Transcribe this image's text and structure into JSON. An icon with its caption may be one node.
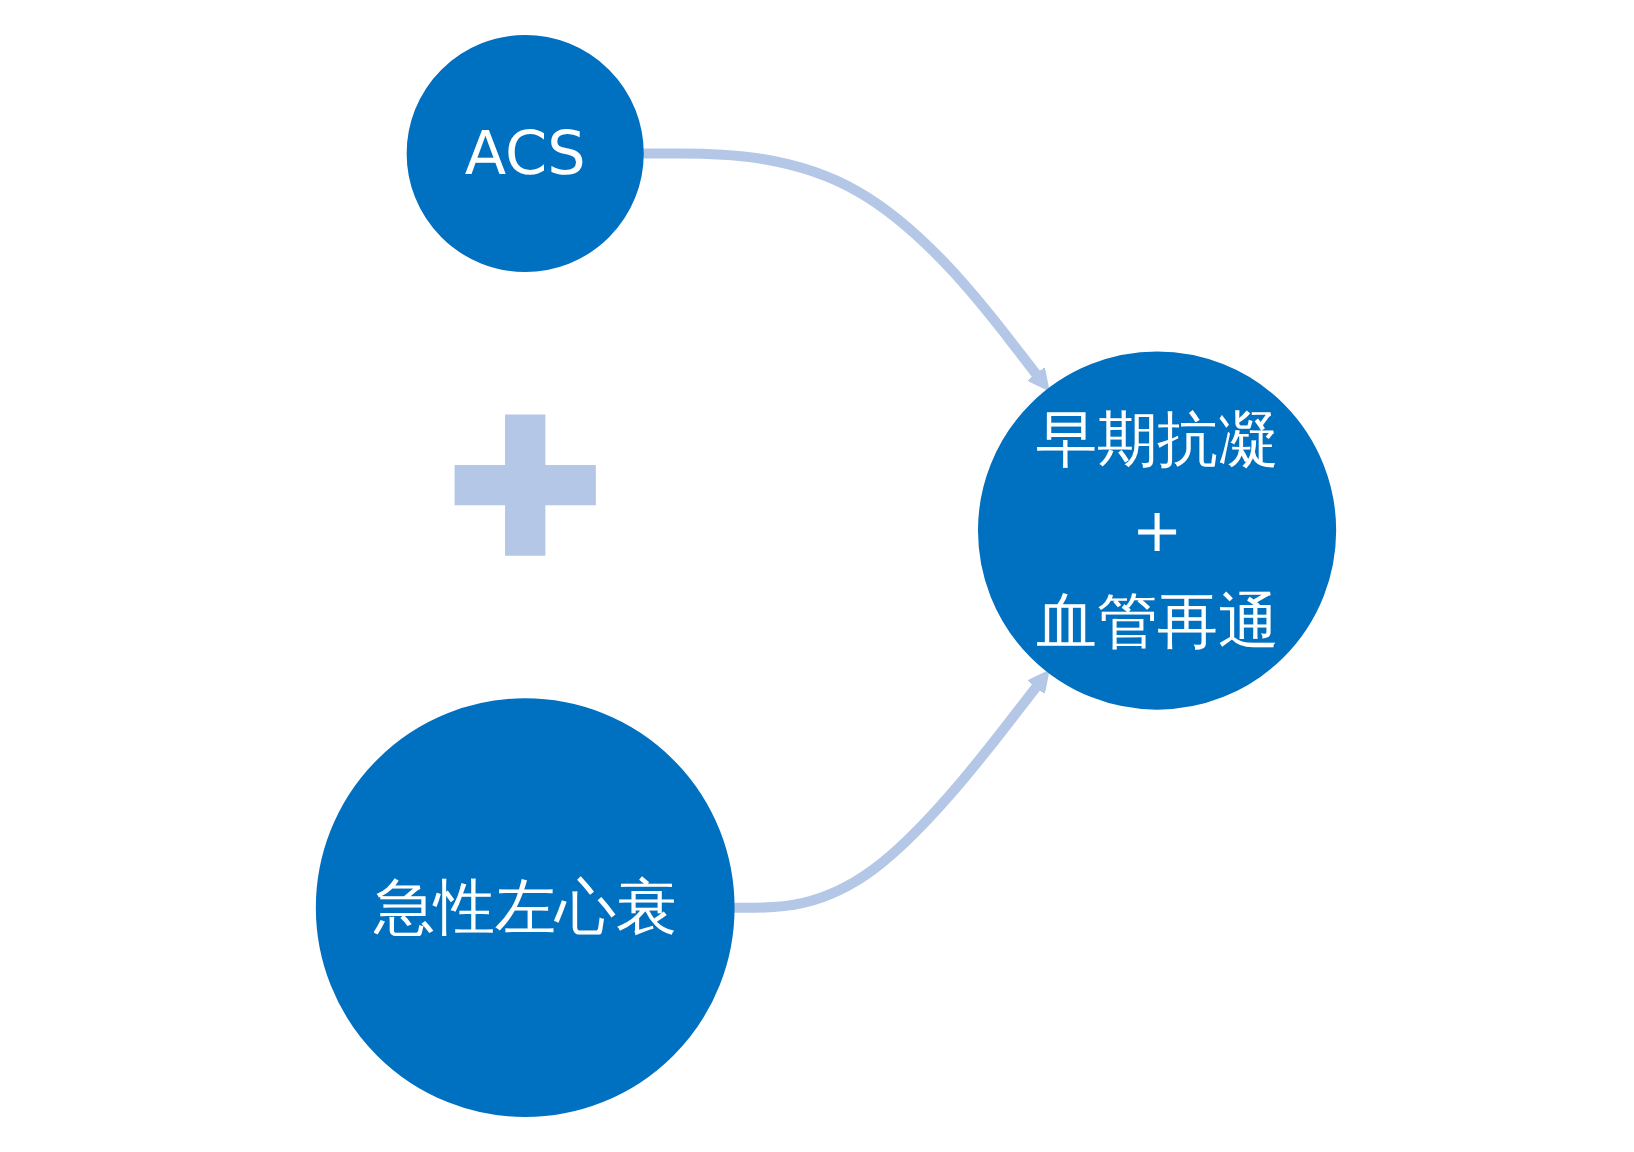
{
  "diagram": {
    "nodes": [
      {
        "text": [
          "ACS"
        ]
      },
      {
        "text": [],
        "shape": "cross"
      },
      {
        "text": [
          "急性左心衰"
        ]
      },
      {
        "text": [
          "早期抗凝",
          "+",
          "血管再通"
        ]
      }
    ],
    "edges": [
      {
        "from": 0,
        "to": 3,
        "arrow": "to"
      },
      {
        "from": 2,
        "to": 3,
        "arrow": "to"
      }
    ]
  }
}
